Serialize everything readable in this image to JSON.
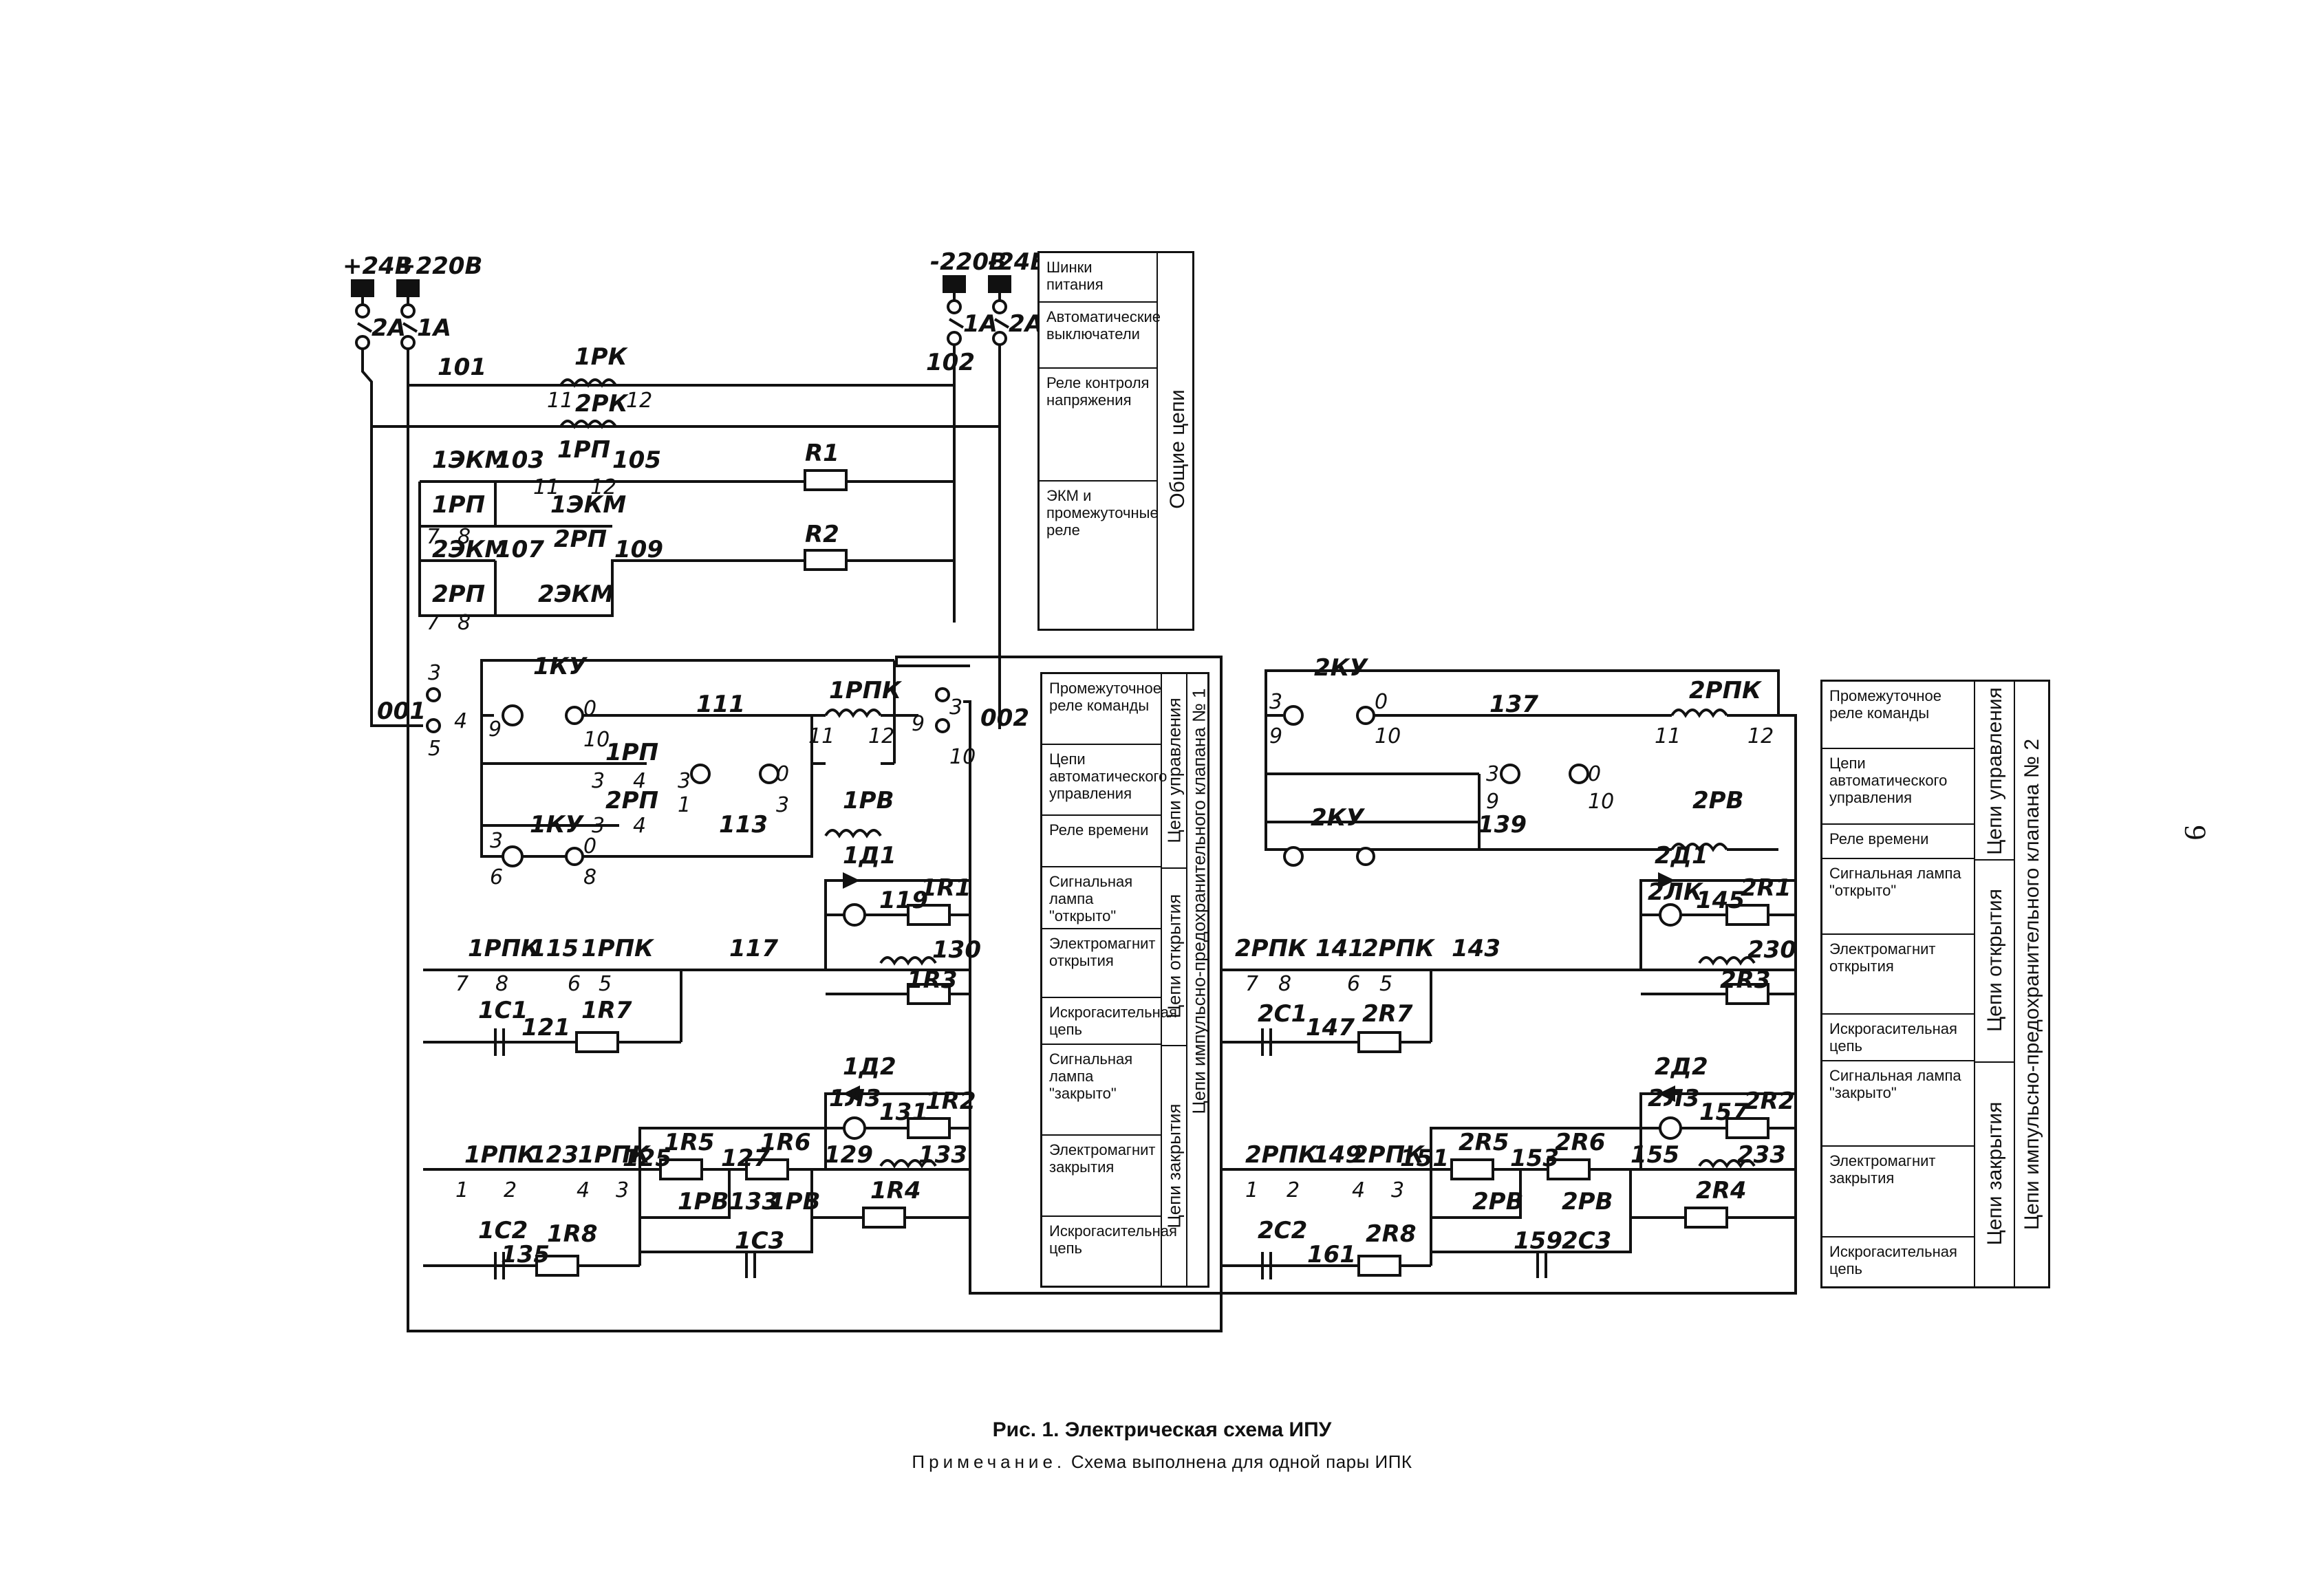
{
  "caption": {
    "title": "Рис. 1. Электрическая схема ИПУ",
    "note_lead": "Примечание.",
    "note_text": "Схема выполнена для одной пары ИПК"
  },
  "page_number": "9",
  "legend_common": {
    "group": "Общие цепи",
    "rows": [
      "Шинки питания",
      "Автоматические выключатели",
      "Реле контроля напряжения",
      "ЭКМ и промежуточные реле"
    ]
  },
  "legend_valve1": {
    "title": "Цепи импульсно-предохранительного клапана № 1",
    "group_control": "Цепи управления",
    "group_open": "Цепи открытия",
    "group_close": "Цепи закрытия",
    "rows": [
      "Промежуточное реле команды",
      "Цепи автоматического управления",
      "Реле времени",
      "Сигнальная лампа \"открыто\"",
      "Электромагнит открытия",
      "Искрогасительная цепь",
      "Сигнальная лампа \"закрыто\"",
      "Электромагнит закрытия",
      "Искрогасительная цепь"
    ]
  },
  "legend_valve2": {
    "title": "Цепи импульсно-предохранительного клапана № 2",
    "group_control": "Цепи управления",
    "group_open": "Цепи открытия",
    "group_close": "Цепи закрытия",
    "rows": [
      "Промежуточное реле команды",
      "Цепи автоматического управления",
      "Реле времени",
      "Сигнальная лампа \"открыто\"",
      "Электромагнит открытия",
      "Искрогасительная цепь",
      "Сигнальная лампа \"закрыто\"",
      "Электромагнит закрытия",
      "Искрогасительная цепь"
    ]
  },
  "power": {
    "p24": "+24В",
    "p220": "+220В",
    "m220": "-220В",
    "m24": "-24В",
    "sw2a": "2А",
    "sw1a": "1А"
  },
  "labels": {
    "n101": "101",
    "n102": "102",
    "rk1": "1РК",
    "rk2": "2РК",
    "t11": "11",
    "t12": "12",
    "ekm13": "1ЭКМ",
    "n103": "103",
    "rp1": "1РП",
    "n105": "105",
    "r1": "R1",
    "rp1c": "1РП",
    "t7": "7",
    "t8": "8",
    "ekm13b": "1ЭКМ",
    "t11b": "11",
    "t12b": "12",
    "ekm23": "2ЭКМ",
    "n107": "107",
    "rp2": "2РП",
    "n109": "109",
    "r2": "R2",
    "rp2c": "2РП",
    "t7b": "7",
    "t8b": "8",
    "ekm23b": "2ЭКМ",
    "n001": "001",
    "t3": "3",
    "t4": "4",
    "t5": "5",
    "ku1": "1КУ",
    "t9": "9",
    "t0": "0",
    "t10": "10",
    "n111": "111",
    "rpk1": "1РПК",
    "t11c": "11",
    "t12c": "12",
    "t9b": "9",
    "t3b": "3",
    "t10b": "10",
    "n002": "002",
    "rp1d": "1РП",
    "t3c": "3",
    "t4c": "4",
    "rp2d": "2РП",
    "t3d": "3",
    "t4d": "4",
    "t3e": "3",
    "t1": "1",
    "t0b": "0",
    "t3f": "3",
    "n113": "113",
    "rv1": "1РВ",
    "ku1b": "1КУ",
    "t3g": "3",
    "t6": "6",
    "t0c": "0",
    "t8c": "8",
    "d11": "1Д1",
    "n119": "119",
    "r1a": "1R1",
    "n130": "130",
    "r3a": "1R3",
    "rpk1a": "1РПК",
    "n115": "115",
    "rpk1b": "1РПК",
    "n117": "117",
    "t7c": "7",
    "t8d": "8",
    "t6b": "6",
    "t5b": "5",
    "c11": "1С1",
    "n121": "121",
    "r7a": "1R7",
    "d12": "1Д2",
    "l13": "1Л3",
    "n131": "131",
    "r2a": "1R2",
    "rpk1c": "1РПК",
    "n123": "123",
    "rpk1d": "1РПК",
    "n125": "125",
    "r5a": "1R5",
    "n127": "127",
    "r6a": "1R6",
    "n129": "129",
    "n133": "133",
    "t1b": "1",
    "t2": "2",
    "t4e": "4",
    "t3h": "3",
    "rv1a": "1РВ",
    "n133b": "133",
    "rv1b": "1РВ",
    "r4a": "1R4",
    "c13": "1С3",
    "c12": "1С2",
    "n135": "135",
    "r8a": "1R8",
    "ku2": "2КУ",
    "t3i": "3",
    "t0d": "0",
    "t9c": "9",
    "t10c": "10",
    "n137": "137",
    "rpk2": "2РПК",
    "t11d": "11",
    "t12d": "12",
    "t3j": "3",
    "t0e": "0",
    "t9d": "9",
    "t10d": "10",
    "n139": "139",
    "rv2": "2РВ",
    "ku2b": "2КУ",
    "d21": "2Д1",
    "l2k": "2ЛК",
    "n145": "145",
    "r2b1": "2R1",
    "n230": "230",
    "r2b3": "2R3",
    "rpk2a": "2РПК",
    "n141": "141",
    "rpk2b": "2РПК",
    "n143": "143",
    "t7d": "7",
    "t8e": "8",
    "t6c": "6",
    "t5c": "5",
    "c21": "2С1",
    "n147": "147",
    "r2b7": "2R7",
    "d22": "2Д2",
    "l23": "2Л3",
    "n157": "157",
    "r2b2": "2R2",
    "rpk2c": "2РПК",
    "n149": "149",
    "rpk2d": "2РПК",
    "n151": "151",
    "r2b5": "2R5",
    "n153": "153",
    "r2b6": "2R6",
    "n155": "155",
    "n233": "233",
    "t1c": "1",
    "t2b": "2",
    "t4f": "4",
    "t3k": "3",
    "rv2a": "2РВ",
    "n159": "159",
    "rv2b": "2РВ",
    "r2b4": "2R4",
    "c23": "2С3",
    "c22": "2С2",
    "n161": "161",
    "r2b8": "2R8"
  }
}
